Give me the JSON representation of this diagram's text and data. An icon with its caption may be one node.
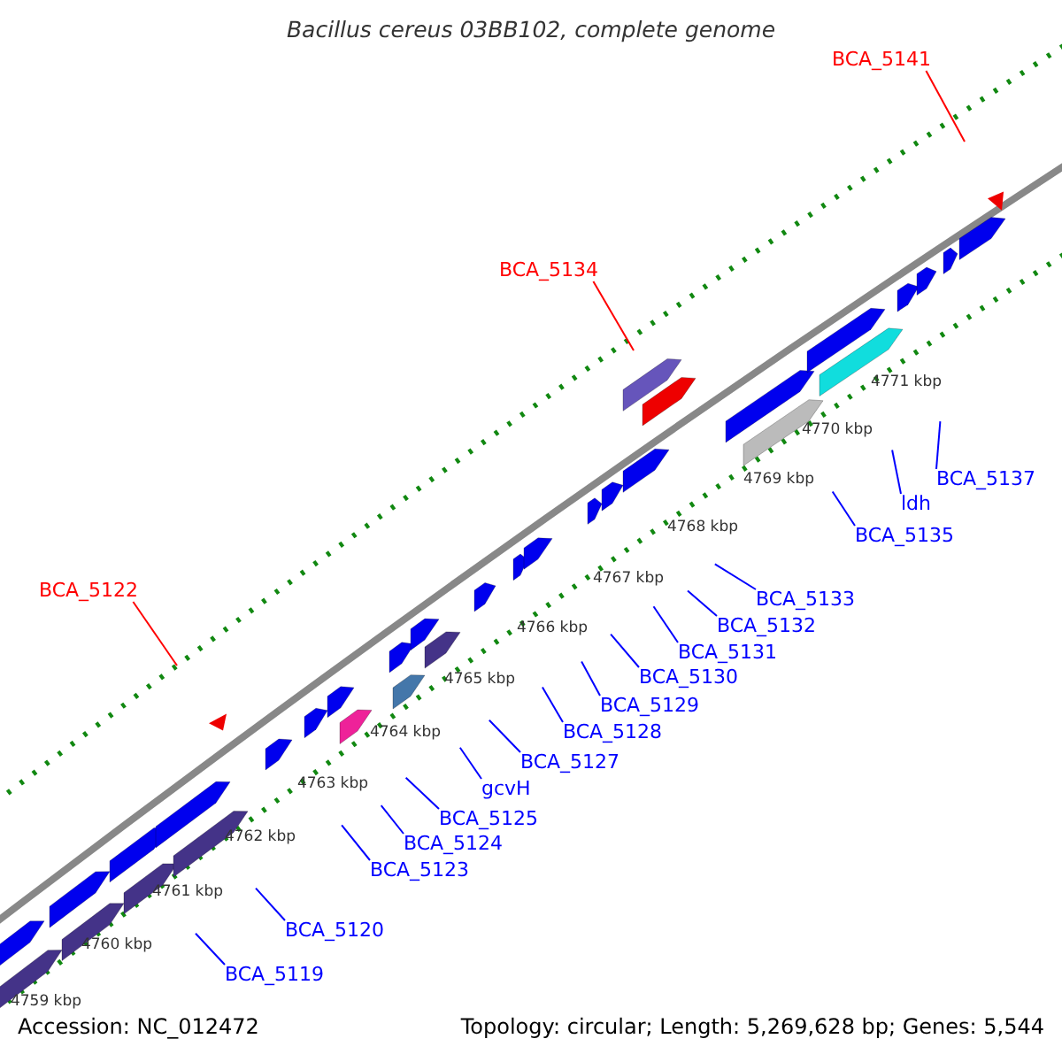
{
  "diagram": {
    "title": "Bacillus cereus 03BB102, complete genome",
    "nodes": [
      {
        "text": [
          "BCA_5141"
        ]
      },
      {
        "text": [
          "BCA_5134"
        ]
      },
      {
        "text": [
          "BCA_5122"
        ]
      },
      {
        "text": [
          "BCA_5119"
        ]
      },
      {
        "text": [
          "BCA_5120"
        ]
      },
      {
        "text": [
          "BCA_5123"
        ]
      },
      {
        "text": [
          "BCA_5124"
        ]
      },
      {
        "text": [
          "BCA_5125"
        ]
      },
      {
        "text": [
          "gcvH"
        ]
      },
      {
        "text": [
          "BCA_5127"
        ]
      },
      {
        "text": [
          "BCA_5128"
        ]
      },
      {
        "text": [
          "BCA_5129"
        ]
      },
      {
        "text": [
          "BCA_5130"
        ]
      },
      {
        "text": [
          "BCA_5131"
        ]
      },
      {
        "text": [
          "BCA_5132"
        ]
      },
      {
        "text": [
          "BCA_5133"
        ]
      },
      {
        "text": [
          "BCA_5135"
        ]
      },
      {
        "text": [
          "ldh"
        ]
      },
      {
        "text": [
          "BCA_5137"
        ]
      }
    ],
    "edges": [
      {
        "from": 0,
        "to": null,
        "arrow": "none",
        "color": "#ff0000"
      },
      {
        "from": 1,
        "to": null,
        "arrow": "none",
        "color": "#ff0000"
      },
      {
        "from": 2,
        "to": null,
        "arrow": "none",
        "color": "#ff0000"
      },
      {
        "from": 3,
        "to": null,
        "arrow": "none"
      },
      {
        "from": 4,
        "to": null,
        "arrow": "none"
      },
      {
        "from": 5,
        "to": null,
        "arrow": "none"
      },
      {
        "from": 6,
        "to": null,
        "arrow": "none"
      },
      {
        "from": 7,
        "to": null,
        "arrow": "none"
      },
      {
        "from": 8,
        "to": null,
        "arrow": "none"
      },
      {
        "from": 9,
        "to": null,
        "arrow": "none"
      },
      {
        "from": 10,
        "to": null,
        "arrow": "none"
      },
      {
        "from": 11,
        "to": null,
        "arrow": "none"
      },
      {
        "from": 12,
        "to": null,
        "arrow": "none"
      },
      {
        "from": 13,
        "to": null,
        "arrow": "none"
      },
      {
        "from": 14,
        "to": null,
        "arrow": "none"
      },
      {
        "from": 15,
        "to": null,
        "arrow": "none"
      },
      {
        "from": 16,
        "to": null,
        "arrow": "none"
      },
      {
        "from": 17,
        "to": null,
        "arrow": "none"
      },
      {
        "from": 18,
        "to": null,
        "arrow": "none"
      }
    ],
    "labels": [
      "4771 kbp",
      "4770 kbp",
      "4769 kbp",
      "4768 kbp",
      "4767 kbp",
      "4766 kbp",
      "4765 kbp",
      "4764 kbp",
      "4763 kbp",
      "4762 kbp",
      "4761 kbp",
      "4760 kbp",
      "4759 kbp",
      "Accession: NC_012472",
      "Topology: circular; Length: 5,269,628 bp; Genes: 5,544"
    ]
  }
}
